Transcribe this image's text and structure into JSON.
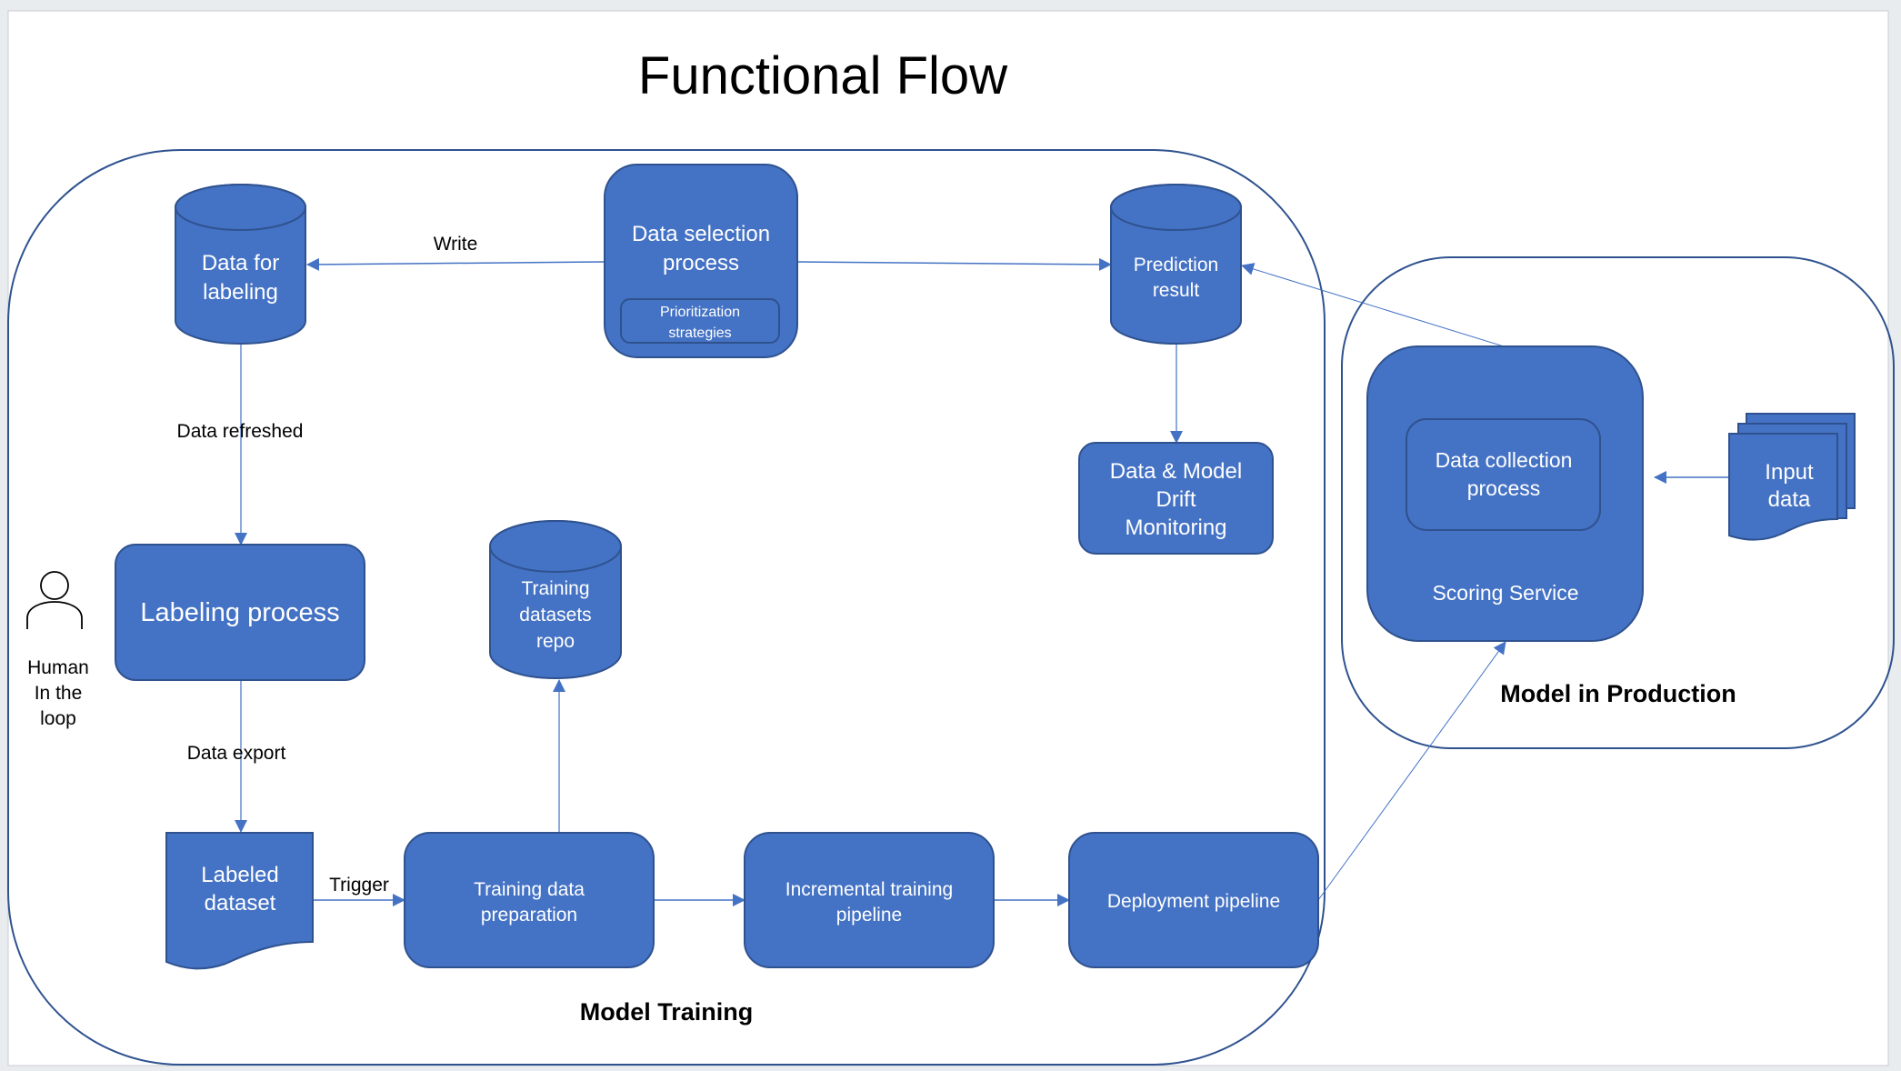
{
  "title": "Functional Flow",
  "colors": {
    "node_fill": "#4472c4",
    "node_stroke": "#2f528f",
    "container_stroke": "#2f528f",
    "connector": "#4472c4",
    "background": "#ffffff",
    "chrome": "#e9ecef"
  },
  "containers": {
    "training": {
      "label": "Model Training"
    },
    "production": {
      "label": "Model in Production"
    }
  },
  "nodes": {
    "data_for_labeling": {
      "lines": [
        "Data for",
        "labeling"
      ],
      "shape": "cylinder"
    },
    "data_selection": {
      "lines": [
        "Data selection",
        "process"
      ],
      "shape": "rounded-rect",
      "inner": {
        "lines": [
          "Prioritization",
          "strategies"
        ]
      }
    },
    "prediction_result": {
      "lines": [
        "Prediction",
        "result"
      ],
      "shape": "cylinder"
    },
    "drift_monitoring": {
      "lines": [
        "Data & Model",
        "Drift",
        "Monitoring"
      ],
      "shape": "rounded-rect"
    },
    "labeling_process": {
      "lines": [
        "Labeling process"
      ],
      "shape": "rounded-rect"
    },
    "training_repo": {
      "lines": [
        "Training",
        "datasets",
        "repo"
      ],
      "shape": "cylinder"
    },
    "labeled_dataset": {
      "lines": [
        "Labeled",
        "dataset"
      ],
      "shape": "document"
    },
    "training_prep": {
      "lines": [
        "Training data",
        "preparation"
      ],
      "shape": "rounded-rect"
    },
    "incremental_training": {
      "lines": [
        "Incremental training",
        "pipeline"
      ],
      "shape": "rounded-rect"
    },
    "deployment": {
      "lines": [
        "Deployment pipeline"
      ],
      "shape": "rounded-rect"
    },
    "scoring_service": {
      "lines": [
        "Scoring Service"
      ],
      "shape": "rounded-rect",
      "inner": {
        "lines": [
          "Data collection",
          "process"
        ]
      }
    },
    "input_data": {
      "lines": [
        "Input",
        "data"
      ],
      "shape": "multi-document"
    }
  },
  "actor": {
    "icon": "person-icon",
    "lines": [
      "Human",
      "In the",
      "loop"
    ]
  },
  "edges": [
    {
      "from": "data_selection",
      "to": "data_for_labeling",
      "label": "Write"
    },
    {
      "from": "data_selection",
      "to": "prediction_result",
      "label": ""
    },
    {
      "from": "data_for_labeling",
      "to": "labeling_process",
      "label": "Data refreshed"
    },
    {
      "from": "labeling_process",
      "to": "labeled_dataset",
      "label": "Data export"
    },
    {
      "from": "labeled_dataset",
      "to": "training_prep",
      "label": "Trigger"
    },
    {
      "from": "training_prep",
      "to": "training_repo",
      "label": ""
    },
    {
      "from": "training_prep",
      "to": "incremental_training",
      "label": ""
    },
    {
      "from": "incremental_training",
      "to": "deployment",
      "label": ""
    },
    {
      "from": "deployment",
      "to": "scoring_service",
      "label": ""
    },
    {
      "from": "scoring_service",
      "to": "prediction_result",
      "label": ""
    },
    {
      "from": "prediction_result",
      "to": "drift_monitoring",
      "label": ""
    },
    {
      "from": "input_data",
      "to": "scoring_service",
      "label": ""
    }
  ]
}
